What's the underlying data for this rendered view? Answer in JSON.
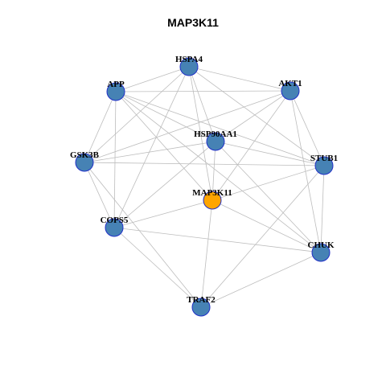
{
  "title": "MAP3K11",
  "colors": {
    "background": "#ffffff",
    "node_fill": "#4682b4",
    "center_fill": "#ffa500",
    "node_stroke": "#2130c8",
    "edge": "#bdbdbd"
  },
  "nodes": [
    {
      "id": "HSPA4",
      "label": "HSPA4",
      "center": false
    },
    {
      "id": "APP",
      "label": "APP",
      "center": false
    },
    {
      "id": "AKT1",
      "label": "AKT1",
      "center": false
    },
    {
      "id": "HSP90AA1",
      "label": "HSP90AA1",
      "center": false
    },
    {
      "id": "GSK3B",
      "label": "GSK3B",
      "center": false
    },
    {
      "id": "STUB1",
      "label": "STUB1",
      "center": false
    },
    {
      "id": "MAP3K11",
      "label": "MAP3K11",
      "center": true
    },
    {
      "id": "COPS5",
      "label": "COPS5",
      "center": false
    },
    {
      "id": "CHUK",
      "label": "CHUK",
      "center": false
    },
    {
      "id": "TRAF2",
      "label": "TRAF2",
      "center": false
    }
  ],
  "edges": [
    [
      "HSPA4",
      "APP"
    ],
    [
      "HSPA4",
      "AKT1"
    ],
    [
      "HSPA4",
      "HSP90AA1"
    ],
    [
      "HSPA4",
      "STUB1"
    ],
    [
      "HSPA4",
      "MAP3K11"
    ],
    [
      "HSPA4",
      "COPS5"
    ],
    [
      "HSPA4",
      "GSK3B"
    ],
    [
      "APP",
      "AKT1"
    ],
    [
      "APP",
      "HSP90AA1"
    ],
    [
      "APP",
      "GSK3B"
    ],
    [
      "APP",
      "STUB1"
    ],
    [
      "APP",
      "MAP3K11"
    ],
    [
      "APP",
      "COPS5"
    ],
    [
      "APP",
      "CHUK"
    ],
    [
      "AKT1",
      "HSP90AA1"
    ],
    [
      "AKT1",
      "GSK3B"
    ],
    [
      "AKT1",
      "STUB1"
    ],
    [
      "AKT1",
      "MAP3K11"
    ],
    [
      "AKT1",
      "CHUK"
    ],
    [
      "HSP90AA1",
      "GSK3B"
    ],
    [
      "HSP90AA1",
      "STUB1"
    ],
    [
      "HSP90AA1",
      "MAP3K11"
    ],
    [
      "HSP90AA1",
      "COPS5"
    ],
    [
      "HSP90AA1",
      "CHUK"
    ],
    [
      "GSK3B",
      "STUB1"
    ],
    [
      "GSK3B",
      "COPS5"
    ],
    [
      "GSK3B",
      "TRAF2"
    ],
    [
      "STUB1",
      "MAP3K11"
    ],
    [
      "STUB1",
      "CHUK"
    ],
    [
      "STUB1",
      "TRAF2"
    ],
    [
      "MAP3K11",
      "COPS5"
    ],
    [
      "MAP3K11",
      "CHUK"
    ],
    [
      "MAP3K11",
      "TRAF2"
    ],
    [
      "COPS5",
      "CHUK"
    ],
    [
      "COPS5",
      "TRAF2"
    ],
    [
      "CHUK",
      "TRAF2"
    ]
  ]
}
